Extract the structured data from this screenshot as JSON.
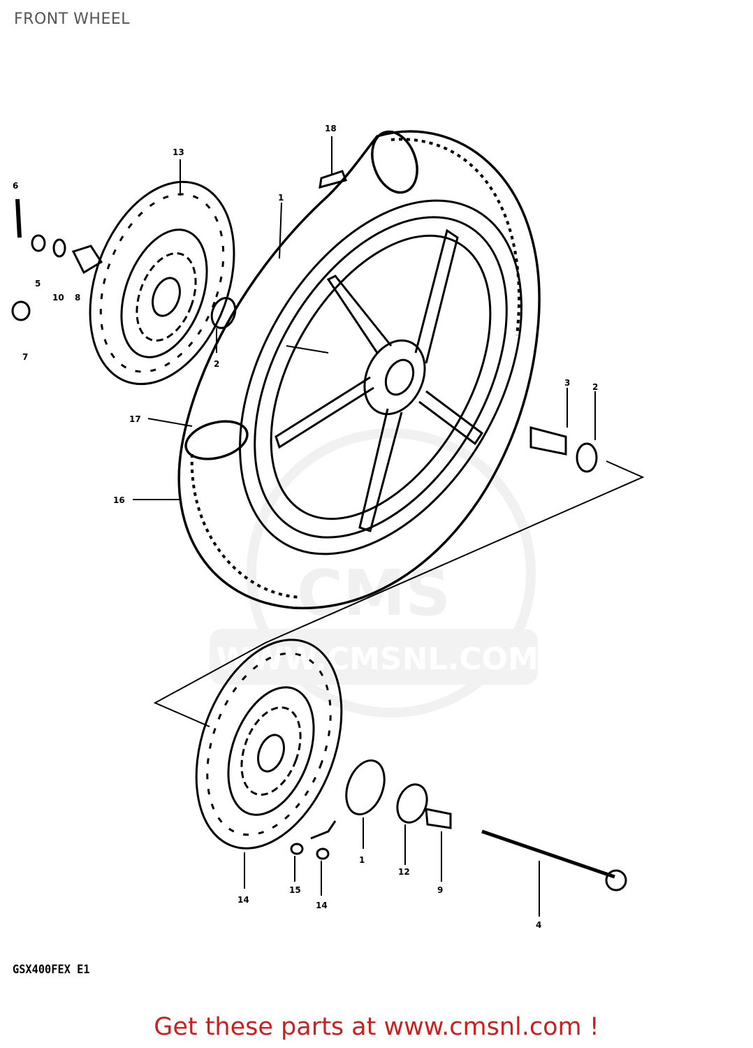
{
  "title": "FRONT WHEEL",
  "watermark": {
    "logo": "CMS",
    "url": "WWW.CMSNL.COM"
  },
  "model_code": "GSX400FEX E1",
  "cta": "Get these parts at www.cmsnl.com !",
  "callouts": [
    {
      "id": "c13",
      "label": "13"
    },
    {
      "id": "c6",
      "label": "6"
    },
    {
      "id": "c5",
      "label": "5"
    },
    {
      "id": "c10",
      "label": "10"
    },
    {
      "id": "c8",
      "label": "8"
    },
    {
      "id": "c7",
      "label": "7"
    },
    {
      "id": "c2a",
      "label": "2"
    },
    {
      "id": "c18",
      "label": "18"
    },
    {
      "id": "c1a",
      "label": "1"
    },
    {
      "id": "c17",
      "label": "17"
    },
    {
      "id": "c16",
      "label": "16"
    },
    {
      "id": "c3",
      "label": "3"
    },
    {
      "id": "c2b",
      "label": "2"
    },
    {
      "id": "c14a",
      "label": "14"
    },
    {
      "id": "c15",
      "label": "15"
    },
    {
      "id": "c14b",
      "label": "14"
    },
    {
      "id": "c1b",
      "label": "1"
    },
    {
      "id": "c12",
      "label": "12"
    },
    {
      "id": "c9",
      "label": "9"
    },
    {
      "id": "c4",
      "label": "4"
    }
  ],
  "colors": {
    "ink": "#000000",
    "title": "#555555",
    "cta": "#cc1f1f",
    "watermark": "#e6e6e6"
  }
}
